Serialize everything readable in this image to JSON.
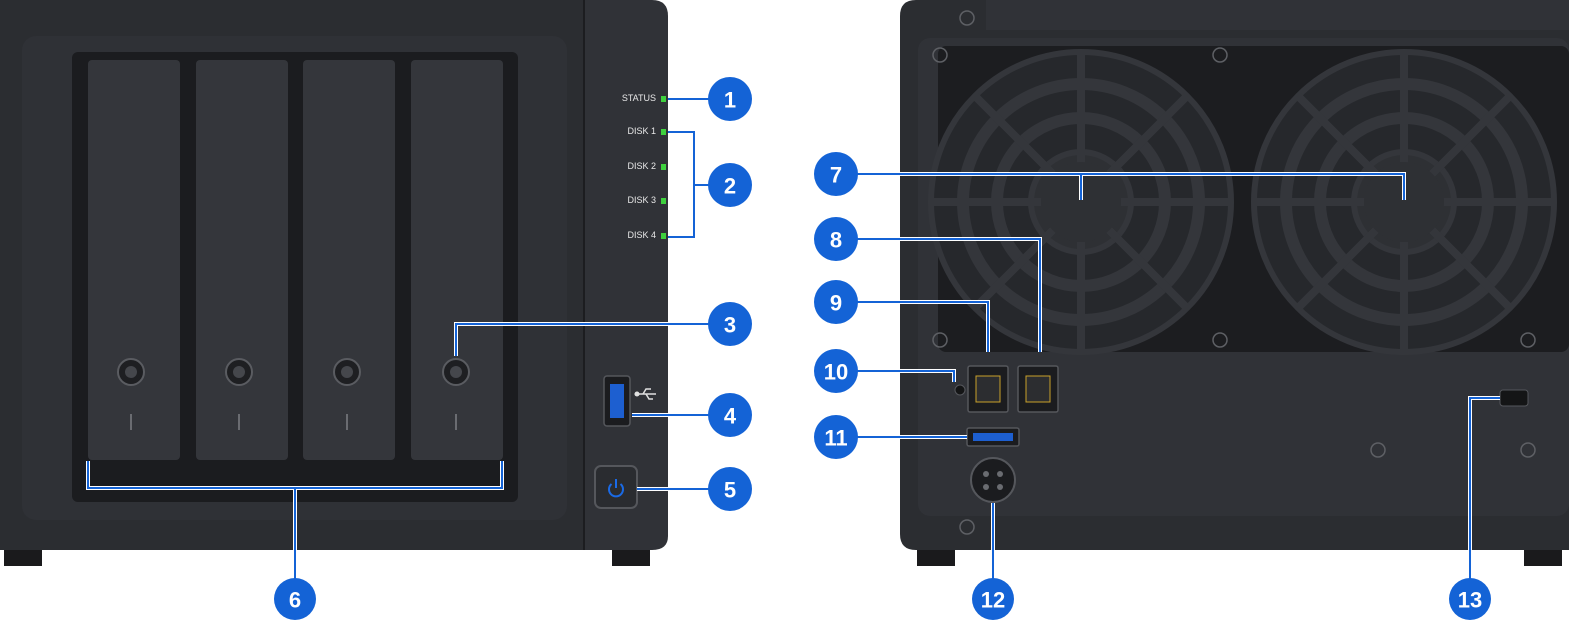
{
  "front_panel": {
    "led_labels": [
      "STATUS",
      "DISK 1",
      "DISK 2",
      "DISK 3",
      "DISK 4"
    ],
    "drive_bays": 4,
    "led_color": "#3ed13e",
    "power_button_color": "#1a6ae6"
  },
  "rear_panel": {
    "fans": 2
  },
  "callouts": [
    "1",
    "2",
    "3",
    "4",
    "5",
    "6",
    "7",
    "8",
    "9",
    "10",
    "11",
    "12",
    "13"
  ],
  "colors": {
    "chassis": "#2b2d31",
    "chassis_edge": "#3a3c41",
    "recess": "#1f2023",
    "callout_fill": "#1463d6"
  }
}
